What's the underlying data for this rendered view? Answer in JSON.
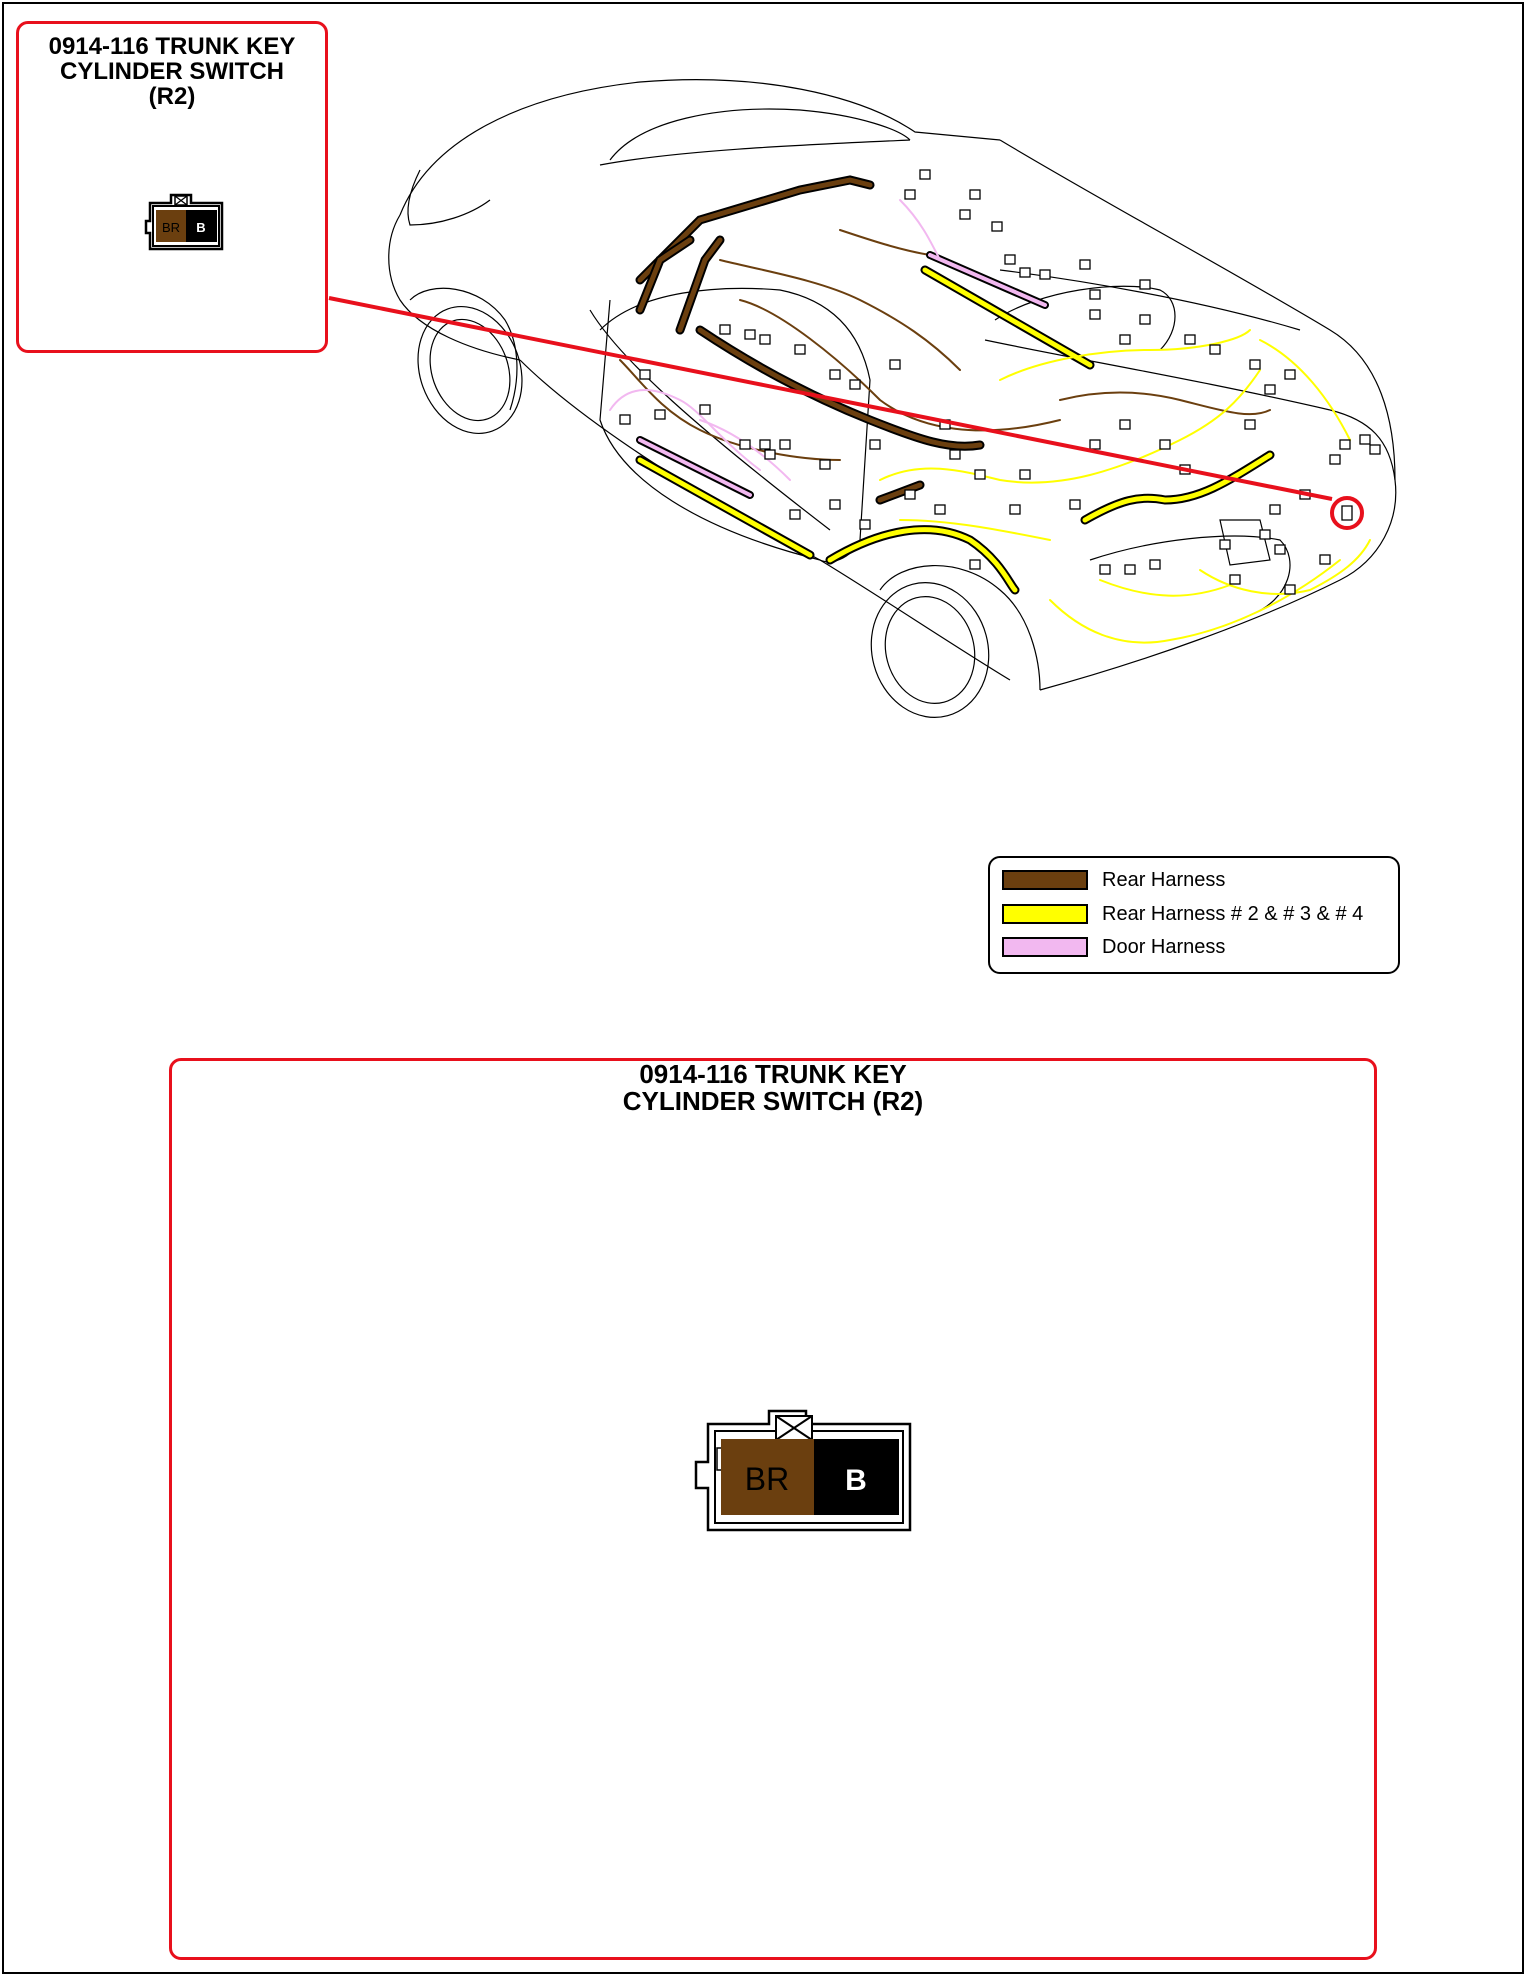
{
  "top_callout": {
    "title": "0914-116 TRUNK KEY\nCYLINDER SWITCH\n(R2)",
    "connector": {
      "pins": [
        {
          "label": "BR",
          "color": "#6b3f0f"
        },
        {
          "label": "B",
          "color": "#000000"
        }
      ]
    }
  },
  "bottom_callout": {
    "title": "0914-116 TRUNK KEY\nCYLINDER SWITCH (R2)",
    "connector": {
      "pins": [
        {
          "label": "BR",
          "color": "#6b3f0f"
        },
        {
          "label": "B",
          "color": "#000000"
        }
      ]
    }
  },
  "legend": {
    "items": [
      {
        "label": "Rear Harness",
        "color": "#6b3f0f"
      },
      {
        "label": "Rear Harness # 2 & # 3 & # 4",
        "color": "#ffff00"
      },
      {
        "label": "Door Harness",
        "color": "#f2b8f0"
      }
    ]
  },
  "colors": {
    "callout_red": "#e8101c",
    "outline": "#000000"
  }
}
